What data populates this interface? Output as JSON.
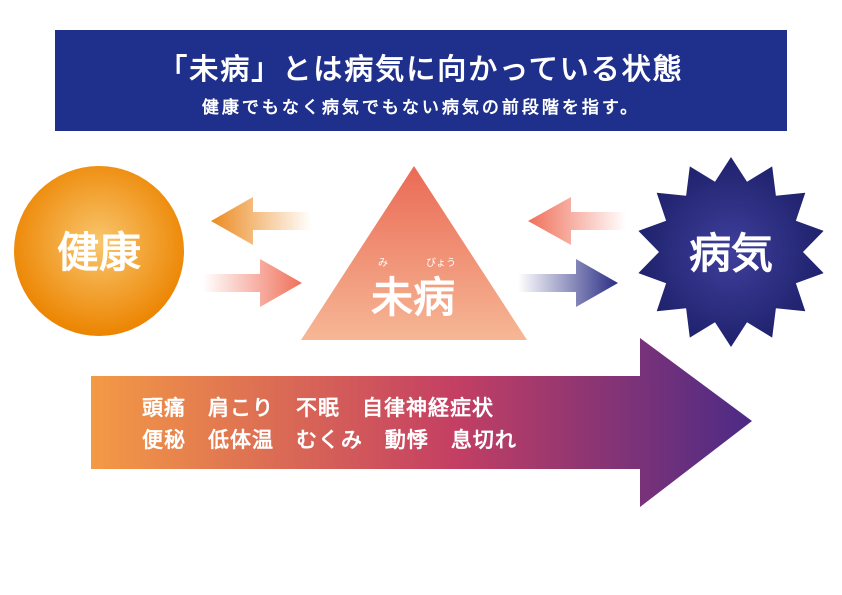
{
  "banner": {
    "title": "「未病」とは病気に向かっている状態",
    "subtitle": "健康でもなく病気でもない病気の前段階を指す。",
    "background_color": "#1f2f8c"
  },
  "nodes": {
    "health": {
      "label": "健康",
      "icon": "sun-circle-icon",
      "color_inner": "#f9c66e",
      "color_outer": "#ec8400"
    },
    "mibyou": {
      "label": "未病",
      "ruby_mi": "み",
      "ruby_byou": "びょう",
      "icon": "triangle-icon",
      "color_top": "#ea6a55",
      "color_bottom": "#f6b795"
    },
    "illness": {
      "label": "病気",
      "icon": "starburst-icon",
      "color_inner": "#3f3f9c",
      "color_outer": "#1c1f68"
    }
  },
  "arrows": {
    "to_health_color": "#ec8a1f",
    "from_health_color": "#f0705a",
    "from_illness_color": "#f0705a",
    "to_illness_color": "#2a2e84"
  },
  "symptoms": {
    "line1": "頭痛　肩こり　不眠　自律神経症状",
    "line2": "便秘　低体温　むくみ　動悸　息切れ",
    "gradient_start": "#f39a45",
    "gradient_mid": "#c43f63",
    "gradient_end": "#4c2a86"
  }
}
